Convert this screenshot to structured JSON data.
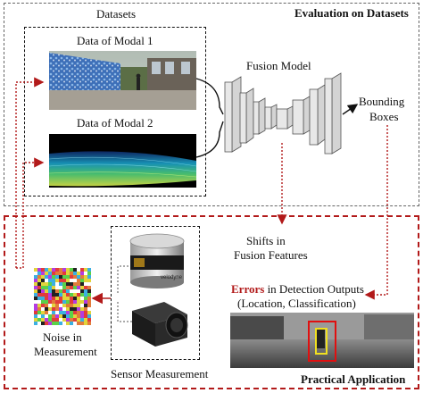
{
  "top_panel": {
    "title": "Evaluation on Datasets",
    "datasets_label": "Datasets",
    "modal1_label": "Data of Modal 1",
    "modal2_label": "Data of Modal 2",
    "fusion_label": "Fusion Model",
    "output_label_line1": "Bounding",
    "output_label_line2": "Boxes"
  },
  "bottom_panel": {
    "title": "Practical Application",
    "shifts_line1": "Shifts in",
    "shifts_line2": "Fusion Features",
    "errors_word": "Errors",
    "errors_rest": " in Detection Outputs",
    "errors_line2": "(Location, Classification)",
    "noise_line1": "Noise in",
    "noise_line2": "Measurement",
    "sensor_label": "Sensor Measurement",
    "lidar_brand": "velodyne"
  },
  "colors": {
    "accent_red": "#b21a1a",
    "detection_box": "#e01010",
    "highlight_box": "#f0e020"
  }
}
